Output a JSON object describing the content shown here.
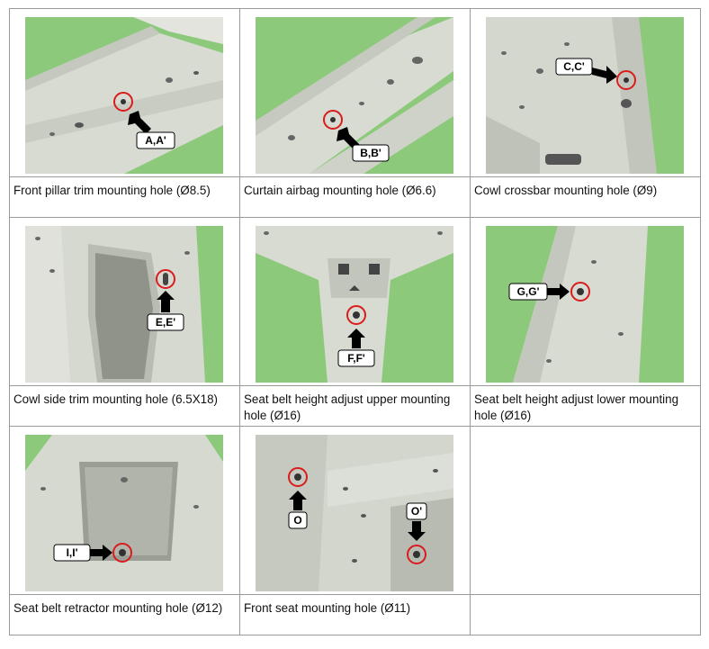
{
  "cells": [
    {
      "caption": "Front pillar trim mounting hole (Ø8.5)",
      "label": "A,A'"
    },
    {
      "caption": "Curtain airbag mounting hole (Ø6.6)",
      "label": "B,B'"
    },
    {
      "caption": "Cowl crossbar mounting hole (Ø9)",
      "label": "C,C'"
    },
    {
      "caption": "Cowl side trim mounting hole (6.5X18)",
      "label": "E,E'"
    },
    {
      "caption": "Seat belt height adjust upper mounting hole (Ø16)",
      "label": "F,F'"
    },
    {
      "caption": "Seat belt height adjust lower mounting hole (Ø16)",
      "label": "G,G'"
    },
    {
      "caption": "Seat belt retractor mounting hole (Ø12)",
      "label": "I,I'"
    },
    {
      "caption": "Front seat mounting hole (Ø11)",
      "label": "O",
      "label2": "O'"
    }
  ],
  "colors": {
    "background_green": "#8cc97a",
    "metal": "#d6d9d0",
    "marker": "#d91c1c",
    "arrow": "#000000"
  }
}
